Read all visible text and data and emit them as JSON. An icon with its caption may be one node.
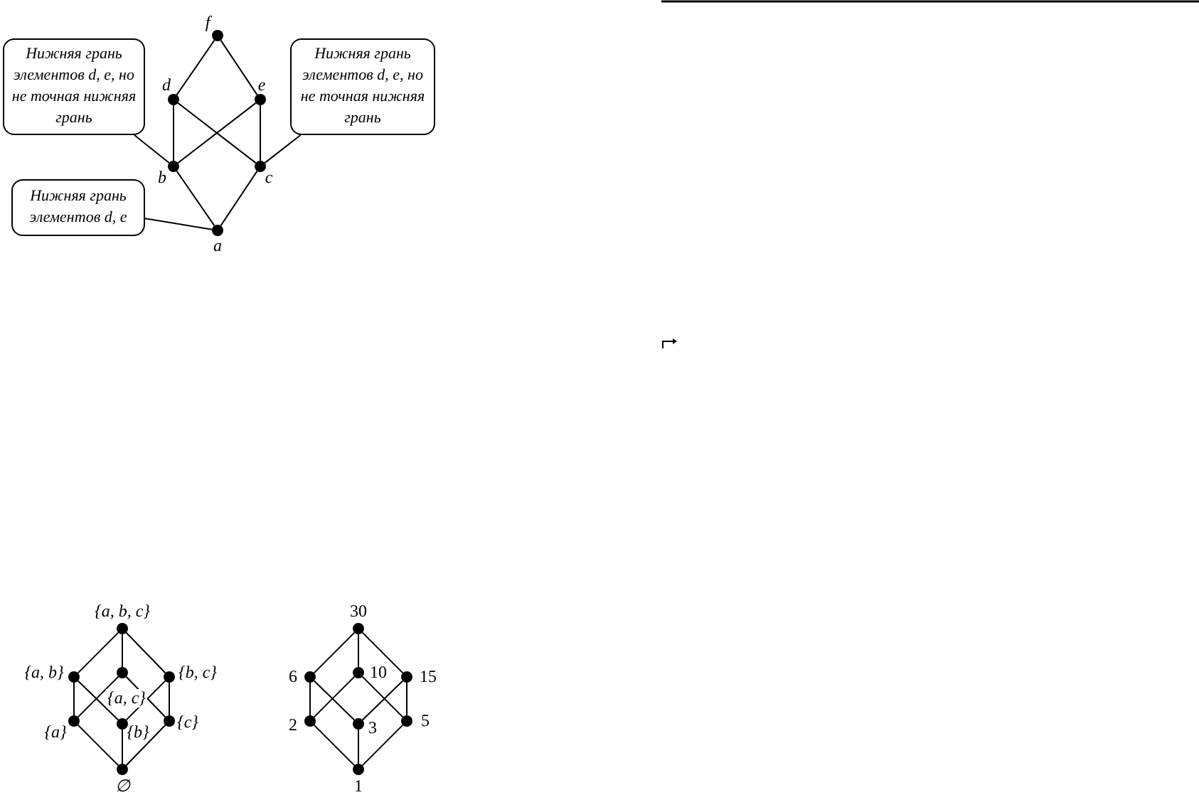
{
  "diagram": {
    "nodes": [
      {
        "text": [
          "Нижняя грань элементов d, e, но не точная нижняя грань"
        ]
      },
      {
        "text": [],
        "shape": "circle",
        "beside": [
          "f"
        ]
      },
      {
        "text": [],
        "shape": "circle",
        "beside": [
          "d"
        ]
      },
      {
        "text": [],
        "shape": "circle",
        "beside": [
          "e"
        ]
      },
      {
        "text": [
          "Нижняя грань элементов d, e, но не точная нижняя грань"
        ]
      },
      {
        "text": [],
        "shape": "circle",
        "beside": [
          "b"
        ]
      },
      {
        "text": [],
        "shape": "circle",
        "beside": [
          "c"
        ]
      },
      {
        "text": [
          "Нижняя грань элементов d, e"
        ]
      },
      {
        "text": [],
        "shape": "circle",
        "beside": [
          "a"
        ]
      },
      {
        "text": [],
        "shape": "circle",
        "beside": [
          "{a, b, c}"
        ]
      },
      {
        "text": [],
        "shape": "circle",
        "beside": [
          "{a, b}"
        ]
      },
      {
        "text": [],
        "shape": "circle",
        "beside": [
          "{a, c}"
        ]
      },
      {
        "text": [],
        "shape": "circle",
        "beside": [
          "{b, c}"
        ]
      },
      {
        "text": [],
        "shape": "circle",
        "beside": [
          "{a}"
        ]
      },
      {
        "text": [],
        "shape": "circle",
        "beside": [
          "{b}"
        ]
      },
      {
        "text": [],
        "shape": "circle",
        "beside": [
          "{c}"
        ]
      },
      {
        "text": [],
        "shape": "circle",
        "beside": [
          "∅"
        ]
      },
      {
        "text": [],
        "shape": "circle",
        "beside": [
          "30"
        ]
      },
      {
        "text": [],
        "shape": "circle",
        "beside": [
          "6"
        ]
      },
      {
        "text": [],
        "shape": "circle",
        "beside": [
          "10"
        ]
      },
      {
        "text": [],
        "shape": "circle",
        "beside": [
          "15"
        ]
      },
      {
        "text": [],
        "shape": "circle",
        "beside": [
          "2"
        ]
      },
      {
        "text": [],
        "shape": "circle",
        "beside": [
          "3"
        ]
      },
      {
        "text": [],
        "shape": "circle",
        "beside": [
          "5"
        ]
      },
      {
        "text": [],
        "shape": "circle",
        "beside": [
          "1"
        ]
      }
    ],
    "edges": [
      {
        "from": 1,
        "to": 2,
        "arrow": "none"
      },
      {
        "from": 1,
        "to": 3,
        "arrow": "none"
      },
      {
        "from": 2,
        "to": 5,
        "arrow": "none"
      },
      {
        "from": 2,
        "to": 6,
        "arrow": "none"
      },
      {
        "from": 3,
        "to": 5,
        "arrow": "none"
      },
      {
        "from": 3,
        "to": 6,
        "arrow": "none"
      },
      {
        "from": 5,
        "to": 8,
        "arrow": "none"
      },
      {
        "from": 6,
        "to": 8,
        "arrow": "none"
      },
      {
        "from": 0,
        "to": 5,
        "arrow": "none"
      },
      {
        "from": 4,
        "to": 6,
        "arrow": "none"
      },
      {
        "from": 7,
        "to": 8,
        "arrow": "none"
      },
      {
        "from": 9,
        "to": 10,
        "arrow": "none"
      },
      {
        "from": 9,
        "to": 11,
        "arrow": "none"
      },
      {
        "from": 9,
        "to": 12,
        "arrow": "none"
      },
      {
        "from": 10,
        "to": 13,
        "arrow": "none"
      },
      {
        "from": 10,
        "to": 14,
        "arrow": "none"
      },
      {
        "from": 11,
        "to": 13,
        "arrow": "none"
      },
      {
        "from": 11,
        "to": 15,
        "arrow": "none"
      },
      {
        "from": 12,
        "to": 14,
        "arrow": "none"
      },
      {
        "from": 12,
        "to": 15,
        "arrow": "none"
      },
      {
        "from": 13,
        "to": 16,
        "arrow": "none"
      },
      {
        "from": 14,
        "to": 16,
        "arrow": "none"
      },
      {
        "from": 15,
        "to": 16,
        "arrow": "none"
      },
      {
        "from": 17,
        "to": 18,
        "arrow": "none"
      },
      {
        "from": 17,
        "to": 19,
        "arrow": "none"
      },
      {
        "from": 17,
        "to": 20,
        "arrow": "none"
      },
      {
        "from": 18,
        "to": 21,
        "arrow": "none"
      },
      {
        "from": 18,
        "to": 22,
        "arrow": "none"
      },
      {
        "from": 19,
        "to": 21,
        "arrow": "none"
      },
      {
        "from": 19,
        "to": 23,
        "arrow": "none"
      },
      {
        "from": 20,
        "to": 22,
        "arrow": "none"
      },
      {
        "from": 20,
        "to": 23,
        "arrow": "none"
      },
      {
        "from": 21,
        "to": 24,
        "arrow": "none"
      },
      {
        "from": 22,
        "to": 24,
        "arrow": "none"
      },
      {
        "from": 23,
        "to": 24,
        "arrow": "none"
      }
    ]
  }
}
